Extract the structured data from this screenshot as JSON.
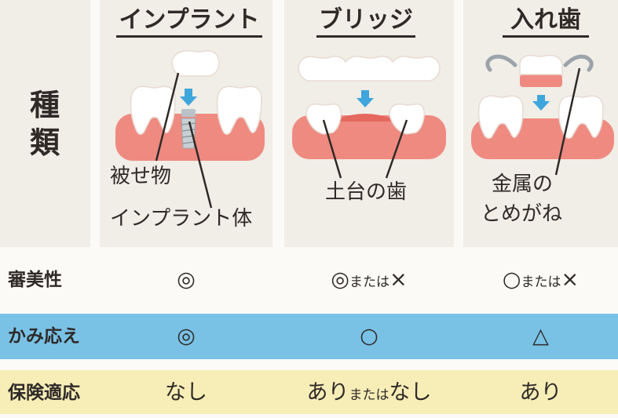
{
  "side_label": [
    "種",
    "類"
  ],
  "columns": [
    {
      "title": "インプラント",
      "notes": [
        "被せ物",
        "インプラント体"
      ]
    },
    {
      "title": "ブリッジ",
      "notes": [
        "土台の歯"
      ]
    },
    {
      "title": "入れ歯",
      "notes": [
        "金属の",
        "とめがね"
      ]
    }
  ],
  "rows": [
    {
      "label": "審美性",
      "cells": [
        {
          "main": "◎"
        },
        {
          "main": "◎",
          "mid": "または",
          "tail": "×"
        },
        {
          "main": "○",
          "mid": "または",
          "tail": "×"
        }
      ]
    },
    {
      "label": "かみ応え",
      "cells": [
        {
          "main": "◎"
        },
        {
          "main": "○"
        },
        {
          "main": "△"
        }
      ]
    },
    {
      "label": "保険適応",
      "cells": [
        {
          "main": "なし"
        },
        {
          "main": "あり",
          "mid": "または",
          "tail": "なし"
        },
        {
          "main": "あり"
        }
      ]
    }
  ],
  "colors": {
    "gum": "#ef8a80",
    "tooth": "#ffffff",
    "arrow": "#3fa6dc",
    "row_bite": "#79c2e6",
    "row_insurance": "#f7edb7"
  }
}
